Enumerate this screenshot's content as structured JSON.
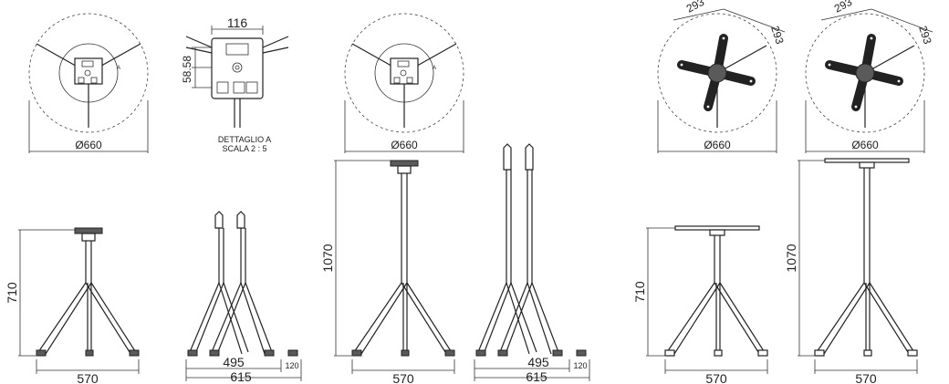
{
  "diameter_label": "Ø660",
  "detail_arm_offset": "116",
  "detail_heights": "58.58",
  "detail_title": "DETTAGLIO A",
  "detail_scale": "SCALA 2 : 5",
  "detail_marker": "A",
  "cross_arm_a": "293",
  "cross_arm_b": "293",
  "height_low": "710",
  "height_high": "1070",
  "footprint_width": "570",
  "folded_depth": "495",
  "folded_total": "615",
  "folded_offset": "120"
}
